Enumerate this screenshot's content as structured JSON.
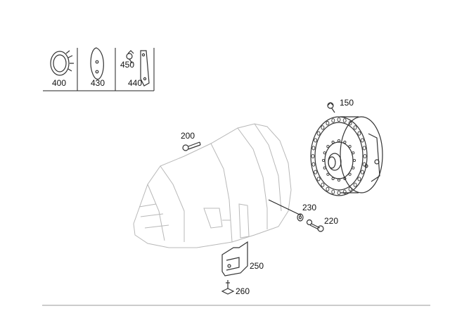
{
  "legend_panel": {
    "items": [
      {
        "label": "400"
      },
      {
        "label": "430"
      },
      {
        "label": "440"
      },
      {
        "label": "450"
      }
    ]
  },
  "callouts": {
    "p150": "150",
    "p200": "200",
    "p220": "220",
    "p230": "230",
    "p250": "250",
    "p260": "260"
  }
}
